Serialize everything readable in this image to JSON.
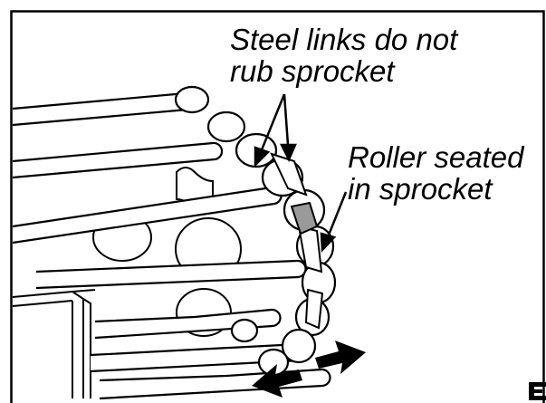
{
  "callouts": {
    "steel_links": {
      "line1": "Steel links do not",
      "line2": "rub sprocket"
    },
    "roller_seated": {
      "line1": "Roller seated",
      "line2": "in sprocket"
    }
  },
  "colors": {
    "ink": "#000000",
    "paper": "#ffffff",
    "shading": "#9a9a9a"
  }
}
